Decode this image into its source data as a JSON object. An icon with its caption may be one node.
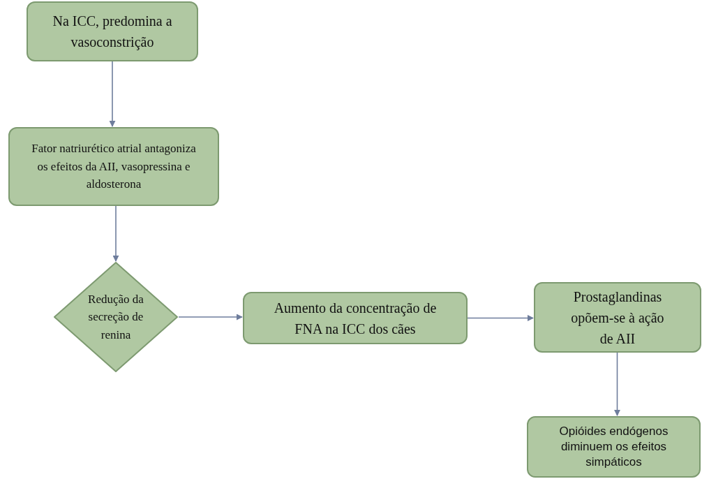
{
  "diagram": {
    "nodes": [
      {
        "text": [
          "Na ICC, predomina a vasoconstrição"
        ]
      },
      {
        "text": [
          "Fator natriurético atrial antagoniza os efeitos da AII, vasopressina e aldosterona"
        ]
      },
      {
        "text": [
          "Redução da secreção de renina"
        ]
      },
      {
        "text": [
          "Aumento da concentração de FNA na ICC dos cães"
        ]
      },
      {
        "text": [
          "Prostaglandinas opõem-se à ação de AII"
        ]
      },
      {
        "text": [
          "Opióides endógenos diminuem os efeitos simpáticos"
        ]
      }
    ],
    "edges": [
      {
        "from": 0,
        "to": 1,
        "arrow": "to"
      },
      {
        "from": 1,
        "to": 2,
        "arrow": "to"
      },
      {
        "from": 2,
        "to": 3,
        "arrow": "to"
      },
      {
        "from": 3,
        "to": 4,
        "arrow": "to"
      },
      {
        "from": 4,
        "to": 5,
        "arrow": "to"
      }
    ]
  }
}
